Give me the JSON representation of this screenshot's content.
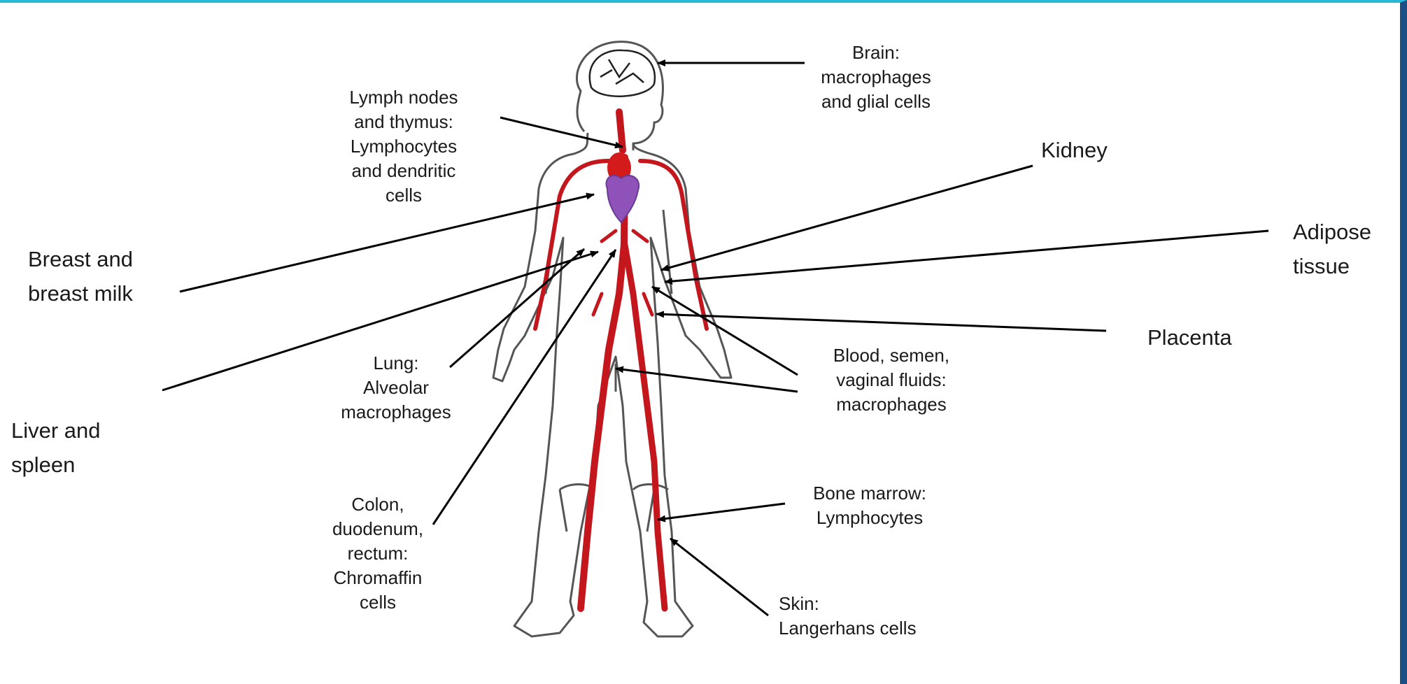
{
  "colors": {
    "frame_top": "#27b8d6",
    "frame_right": "#1b4f86",
    "artery": "#c4171d",
    "heart": "#8e52b8",
    "outline": "#555555",
    "arrow": "#000000"
  },
  "labels": {
    "brain": "Brain:\nmacrophages\nand glial cells",
    "lymph_nodes": "Lymph nodes\nand thymus:\nLymphocytes\nand dendritic\ncells",
    "kidney": "Kidney",
    "adipose": "Adipose\ntissue",
    "breast": "Breast and\nbreast milk",
    "placenta": "Placenta",
    "lung": "Lung:\nAlveolar\nmacrophages",
    "blood": "Blood, semen,\nvaginal fluids:\nmacrophages",
    "liver": "Liver and\nspleen",
    "colon": "Colon,\nduodenum,\nrectum:\nChromaffin\ncells",
    "bone_marrow": "Bone marrow:\nLymphocytes",
    "skin": "Skin:\nLangerhans cells"
  }
}
